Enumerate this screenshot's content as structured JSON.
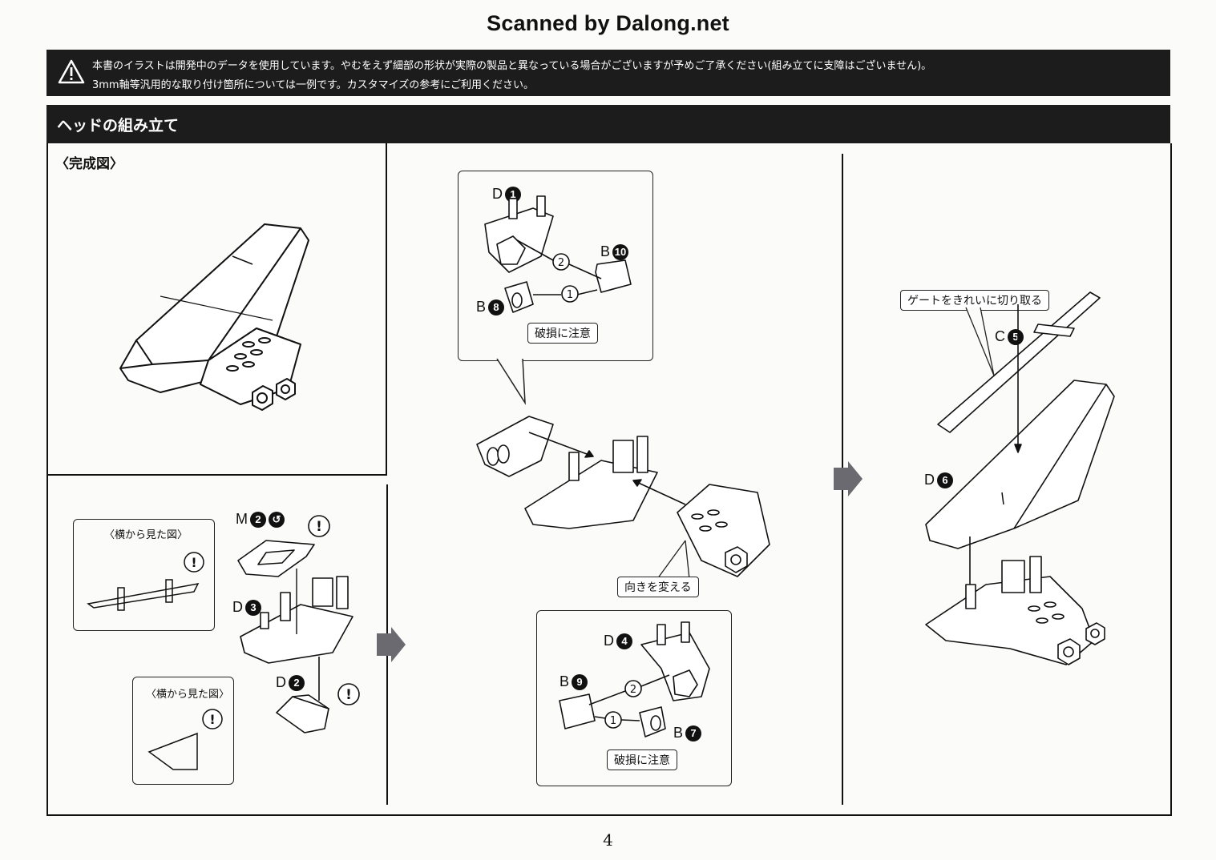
{
  "header": {
    "scan_credit": "Scanned by Dalong.net"
  },
  "notice": {
    "icon": "warning-icon",
    "line1": "本書のイラストは開発中のデータを使用しています。やむをえず細部の形状が実際の製品と異なっている場合がございますが予めご了承ください(組み立てに支障はございません)。",
    "line2": "3mm軸等汎用的な取り付け箇所については一例です。カスタマイズの参考にご利用ください。"
  },
  "section": {
    "title": "ヘッドの組み立て"
  },
  "completed": {
    "label": "〈完成図〉"
  },
  "step1": {
    "side_view_top": "〈横から見た図〉",
    "side_view_bottom": "〈横から見た図〉",
    "parts": [
      {
        "letter": "M",
        "number": "2"
      },
      {
        "letter": "D",
        "number": "3"
      },
      {
        "letter": "D",
        "number": "2"
      }
    ]
  },
  "step2": {
    "top_parts": [
      {
        "letter": "D",
        "number": "1"
      },
      {
        "letter": "B",
        "number": "10"
      },
      {
        "letter": "B",
        "number": "8"
      }
    ],
    "caution_top": "破損に注意",
    "turn_label": "向きを変える",
    "bottom_parts": [
      {
        "letter": "D",
        "number": "4"
      },
      {
        "letter": "B",
        "number": "9"
      },
      {
        "letter": "B",
        "number": "7"
      }
    ],
    "caution_bottom": "破損に注意",
    "order": [
      "1",
      "2"
    ]
  },
  "step3": {
    "gate_label": "ゲートをきれいに切り取る",
    "parts": [
      {
        "letter": "C",
        "number": "5"
      },
      {
        "letter": "D",
        "number": "6"
      }
    ]
  },
  "footer": {
    "page_number": "4"
  }
}
